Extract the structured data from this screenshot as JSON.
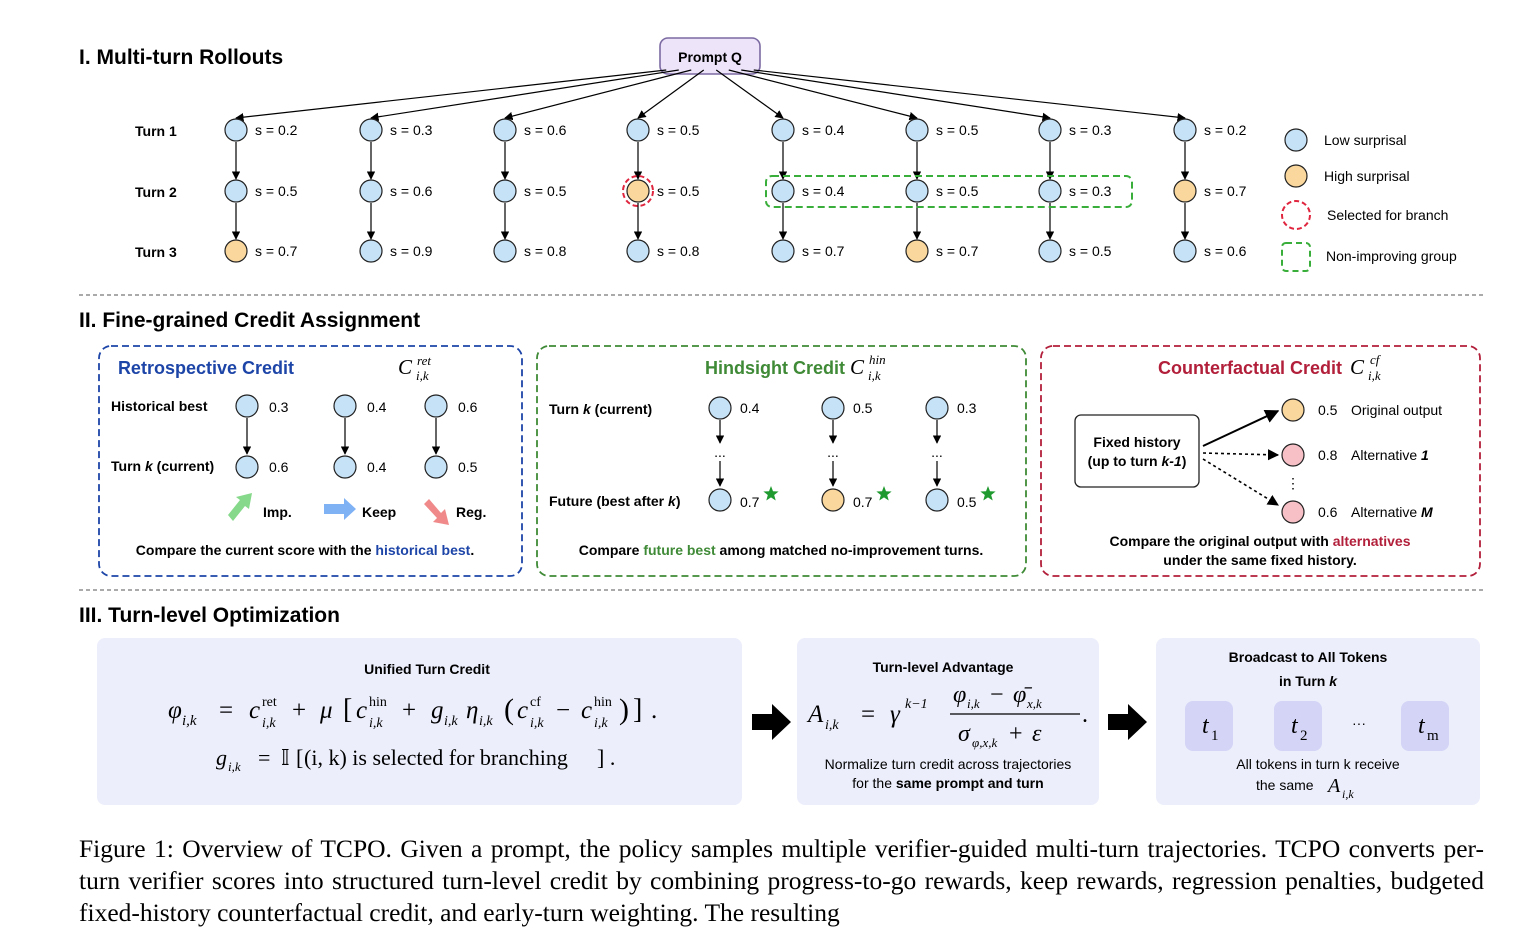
{
  "sections": {
    "rollouts": "I. Multi-turn Rollouts",
    "credit": "II. Fine-grained Credit Assignment",
    "optimization": "III. Turn-level Optimization"
  },
  "prompt_label": "Prompt Q",
  "turn_labels": [
    "Turn 1",
    "Turn 2",
    "Turn 3"
  ],
  "trajectories": [
    {
      "scores": [
        "s = 0.2",
        "s = 0.5",
        "s = 0.7"
      ],
      "surprisal": [
        "low",
        "low",
        "high"
      ]
    },
    {
      "scores": [
        "s = 0.3",
        "s = 0.6",
        "s = 0.9"
      ],
      "surprisal": [
        "low",
        "low",
        "low"
      ]
    },
    {
      "scores": [
        "s = 0.6",
        "s = 0.5",
        "s = 0.8"
      ],
      "surprisal": [
        "low",
        "low",
        "low"
      ]
    },
    {
      "scores": [
        "s = 0.5",
        "s = 0.5",
        "s = 0.8"
      ],
      "surprisal": [
        "low",
        "high",
        "low"
      ]
    },
    {
      "scores": [
        "s = 0.4",
        "s = 0.4",
        "s = 0.7"
      ],
      "surprisal": [
        "low",
        "low",
        "low"
      ]
    },
    {
      "scores": [
        "s = 0.5",
        "s = 0.5",
        "s = 0.7"
      ],
      "surprisal": [
        "low",
        "low",
        "high"
      ]
    },
    {
      "scores": [
        "s = 0.3",
        "s = 0.3",
        "s = 0.5"
      ],
      "surprisal": [
        "low",
        "low",
        "low"
      ]
    },
    {
      "scores": [
        "s = 0.2",
        "s = 0.7",
        "s = 0.6"
      ],
      "surprisal": [
        "low",
        "high",
        "low"
      ]
    }
  ],
  "legend": {
    "low": "Low surprisal",
    "high": "High surprisal",
    "branch": "Selected for branch",
    "group": "Non-improving group"
  },
  "retro": {
    "title": "Retrospective Credit",
    "symbol": "C",
    "sup": "ret",
    "sub": "i,k",
    "row_hist": "Historical best",
    "row_turn_a": "Turn ",
    "row_turn_k": "k",
    "row_turn_b": " (current)",
    "hist_values": [
      "0.3",
      "0.4",
      "0.6"
    ],
    "turn_values": [
      "0.6",
      "0.4",
      "0.5"
    ],
    "arrows": [
      "Imp.",
      "Keep",
      "Reg."
    ],
    "note_a": "Compare the current score with the ",
    "note_hl": "historical best",
    "note_b": "."
  },
  "hind": {
    "title": "Hindsight Credit",
    "symbol": "C",
    "sup": "hin",
    "sub": "i,k",
    "row_turn_a": "Turn ",
    "row_turn_k": "k",
    "row_turn_b": " (current)",
    "row_future_a": "Future (best after ",
    "row_future_k": "k",
    "row_future_b": ")",
    "turn_values": [
      "0.4",
      "0.5",
      "0.3"
    ],
    "future_values": [
      "0.7",
      "0.7",
      "0.5"
    ],
    "ellipsis": "...",
    "note_a": "Compare ",
    "note_hl": "future best",
    "note_b": " among matched no-improvement turns."
  },
  "cf": {
    "title": "Counterfactual Credit",
    "symbol": "C",
    "sup": "cf",
    "sub": "i,k",
    "box_line1": "Fixed history",
    "box_line2_a": "(up to turn ",
    "box_line2_k": "k-1",
    "box_line2_b": ")",
    "outputs": [
      {
        "value": "0.5",
        "label": "Original output",
        "label_it": ""
      },
      {
        "value": "0.8",
        "label": "Alternative ",
        "label_it": "1"
      },
      {
        "value": "0.6",
        "label": "Alternative ",
        "label_it": "M"
      }
    ],
    "vdots": "⋮",
    "note1_a": "Compare the original output with ",
    "note1_hl": "alternatives",
    "note2": "under the same fixed history."
  },
  "unified": {
    "title": "Unified Turn Credit",
    "g_text": "(i, k) is selected for branching"
  },
  "advantage": {
    "title": "Turn-level Advantage",
    "note1": "Normalize turn credit across trajectories",
    "note2_a": "for the ",
    "note2_b": "same prompt and turn"
  },
  "broadcast": {
    "title1": "Broadcast to All Tokens",
    "title2_a": "in Turn ",
    "title2_k": "k",
    "tokens": [
      {
        "t": "t",
        "s": "1"
      },
      {
        "t": "t",
        "s": "2"
      },
      {
        "t": "t",
        "s": "m"
      }
    ],
    "dots": "···",
    "note1": "All tokens in turn k receive",
    "note2": "the same"
  },
  "caption": "Figure 1: Overview of TCPO. Given a prompt, the policy samples multiple verifier-guided multi-turn trajectories. TCPO converts per-turn verifier scores into structured turn-level credit by combining progress-to-go rewards, keep rewards, regression penalties, budgeted fixed-history counterfactual credit, and early-turn weighting. The resulting",
  "colors": {
    "low_fill": "#c6e2f7",
    "high_fill": "#fad79c",
    "pink_fill": "#f7c0c7",
    "blue": "#1d45a8",
    "green": "#3f8a36",
    "red": "#b21f3a",
    "branch_ring": "#e0263f",
    "group_dash": "#3aae3a",
    "panel_bg": "#eceefb",
    "token_bg": "#d3d4f6",
    "prompt_bg": "#ede4fa",
    "prompt_border": "#7b6aa2",
    "star": "#1e9a2e",
    "arrow_green": "#86d98a",
    "arrow_blue": "#7fb1f5",
    "arrow_red": "#f08a8a"
  }
}
